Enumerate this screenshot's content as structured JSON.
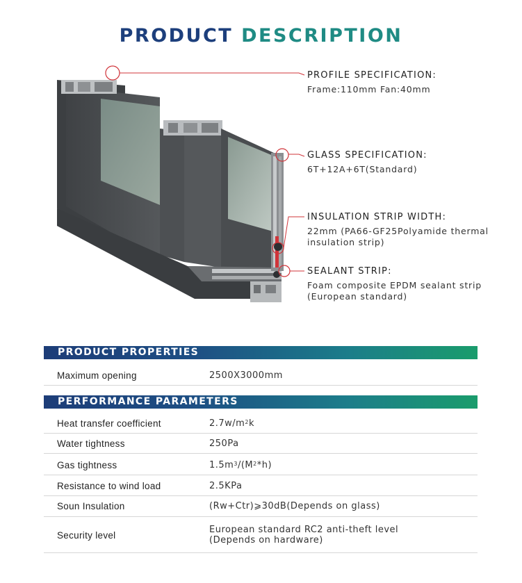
{
  "title": {
    "word1": "PRODUCT",
    "word2": "DESCRIPTION"
  },
  "specs": [
    {
      "heading": "PROFILE SPECIFICATION:",
      "detail": "Frame:110mm Fan:40mm"
    },
    {
      "heading": "GLASS SPECIFICATION:",
      "detail": "6T+12A+6T(Standard)"
    },
    {
      "heading": "INSULATION STRIP WIDTH:",
      "detail": "22mm (PA66-GF25Polyamide thermal insulation strip)"
    },
    {
      "heading": "SEALANT STRIP:",
      "detail": "Foam composite EPDM sealant strip (European standard)"
    }
  ],
  "product_properties": {
    "header": "PRODUCT PROPERTIES",
    "rows": [
      {
        "label": "Maximum opening",
        "value": "2500X3000mm"
      }
    ]
  },
  "performance_parameters": {
    "header": "PERFORMANCE PARAMETERS",
    "rows": [
      {
        "label": "Heat transfer coefficient",
        "value_main": "2.7w/m",
        "value_sup": "2",
        "value_tail": "k"
      },
      {
        "label": "Water tightness",
        "value": "250Pa"
      },
      {
        "label": "Gas tightness",
        "value_main": "1.5m",
        "value_sup": "3",
        "value_mid": "/(M",
        "value_sup2": "2",
        "value_tail": "*h)"
      },
      {
        "label": "Resistance to wind load",
        "value": "2.5KPa"
      },
      {
        "label": "Soun Insulation",
        "value": "(Rw+Ctr)⩾30dB(Depends on glass)"
      },
      {
        "label": "Security level",
        "value_line1": "European standard RC2 anti-theft level",
        "value_line2": "(Depends on hardware)"
      }
    ]
  },
  "colors": {
    "title_blue": "#1d3f7c",
    "title_teal": "#1f8b84",
    "accent_red": "#d0343a",
    "frame_gray": "#4a4d50"
  }
}
